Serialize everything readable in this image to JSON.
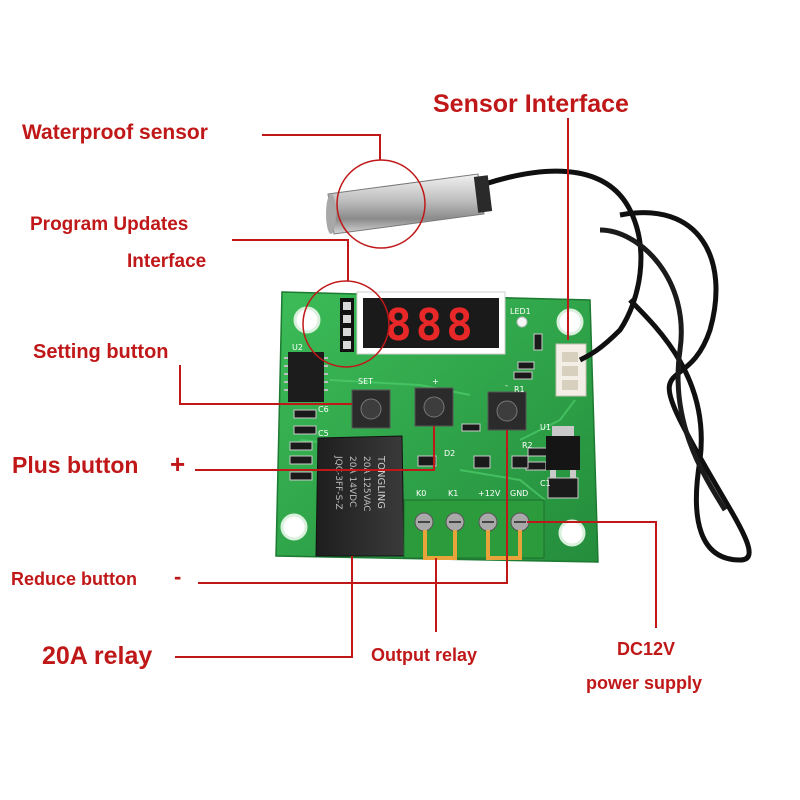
{
  "labels": {
    "waterproof_sensor": "Waterproof sensor",
    "sensor_interface": "Sensor Interface",
    "program_updates_line1": "Program Updates",
    "program_updates_line2": "Interface",
    "setting_button": "Setting button",
    "plus_button": "Plus button",
    "plus_sign": "+",
    "reduce_button": "Reduce button",
    "minus_sign": "-",
    "relay_20a": "20A relay",
    "output_relay": "Output relay",
    "dc12v_line1": "DC12V",
    "dc12v_line2": "power supply"
  },
  "board": {
    "display_digits": "888",
    "silk_set": "SET",
    "silk_plus": "+",
    "silk_minus": "-",
    "silk_led": "LED1",
    "silk_k0": "K0",
    "silk_k1": "K1",
    "silk_12v": "+12V",
    "silk_gnd": "GND",
    "relay_brand": "TONGLING",
    "relay_rating1": "20A 125VAC",
    "relay_rating2": "20A 14VDC",
    "relay_model": "JQC-3FF-S-Z",
    "silk_c6": "C6",
    "silk_c5": "C5",
    "silk_d2": "D2",
    "silk_r1": "R1",
    "silk_r2": "R2",
    "silk_u1": "U1",
    "silk_c1": "C1",
    "silk_u2": "U2"
  },
  "colors": {
    "label_red": "#c01818",
    "pcb_green": "#2fa84a",
    "terminal_green": "#2c9b3c",
    "display_red": "#ff2a2a"
  }
}
